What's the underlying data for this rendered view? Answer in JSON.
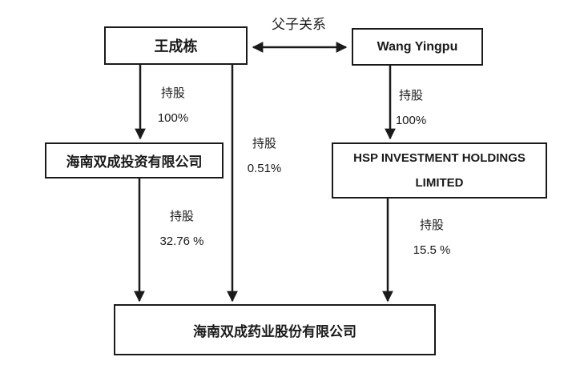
{
  "diagram": {
    "relationship": {
      "label": "父子关系"
    },
    "nodes": {
      "wang_chengdong": {
        "label": "王成栋"
      },
      "wang_yingpu": {
        "label": "Wang Yingpu"
      },
      "hainan_shuangcheng_investment": {
        "label": "海南双成投资有限公司"
      },
      "hsp_investment_holdings": {
        "label_line1": "HSP INVESTMENT HOLDINGS",
        "label_line2": "LIMITED"
      },
      "hainan_shuangcheng_pharma": {
        "label": "海南双成药业股份有限公司"
      }
    },
    "edges": {
      "wang_chengdong_to_investment": {
        "relation": "持股",
        "value": "100%"
      },
      "wang_chengdong_to_pharma": {
        "relation": "持股",
        "value": "0.51%"
      },
      "wang_yingpu_to_hsp": {
        "relation": "持股",
        "value": "100%"
      },
      "investment_to_pharma": {
        "relation": "持股",
        "value": "32.76 %"
      },
      "hsp_to_pharma": {
        "relation": "持股",
        "value": "15.5 %"
      }
    },
    "colors": {
      "line": "#1a1a1a",
      "text": "#1a1a1a",
      "background": "#ffffff"
    }
  }
}
